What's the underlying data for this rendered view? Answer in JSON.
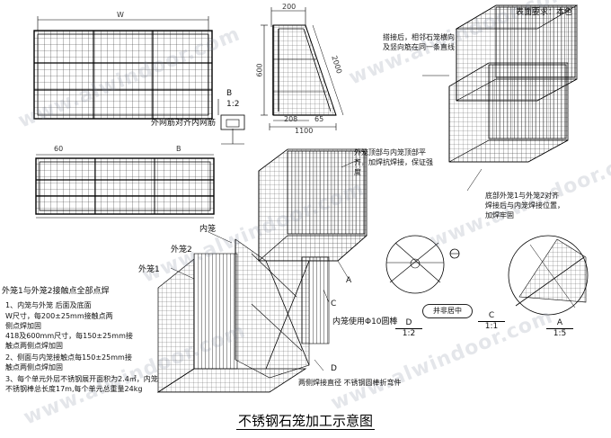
{
  "caption": "不锈钢石笼加工示意图",
  "watermark": "www.alwindoor.com",
  "surface_req": "表面要求：本色",
  "top_left": {
    "dim_w": "W",
    "dim_b_label": "B",
    "scale_b": "1:2",
    "note_outer_align": "外网筋对齐内网筋"
  },
  "left_mid": {
    "dim_60": "60",
    "dim_b": "B"
  },
  "profile_dims": {
    "d200": "200",
    "d600": "600",
    "d208": "208",
    "d2000": "2000",
    "d1100": "1100",
    "d65": "65"
  },
  "notes": {
    "lap": "搭接后，相邻石笼横向及竖向筋在同一条直线",
    "top_flush": "外笼顶部与内笼顶部平齐，加焊抗焊接，保证强度",
    "bottom_align": "底部外笼1与外笼2对齐焊接后与内笼焊接位置，加焊牢固",
    "inner_cage": "内笼",
    "outer1": "外笼1",
    "outer2": "外笼2",
    "spot_weld_title": "外笼1与外笼2接触点全部点焊",
    "inner_rod": "内笼使用Φ10圆棒",
    "rod_bend": "两侧焊接直径  不锈钢圆棒折弯件"
  },
  "spec_lines": [
    "1、内笼与外笼 后面及底面",
    "W尺寸，每200±25mm接触点两",
    "侧点焊加固",
    "418及600mm尺寸，每150±25mm接",
    "触点两侧点焊加固",
    "2、侧面与内笼接触点每150±25mm接",
    "触点两侧点焊加固",
    "3、每个单元外层不锈钢展开面积为2.4㎡，内笼",
    "不锈钢棒总长度17m,每个单元总重量24kg"
  ],
  "labels": {
    "A": "A",
    "C": "C",
    "D": "D",
    "B": "B",
    "D2": "D"
  },
  "badge": "并非居中",
  "scales": [
    {
      "letter": "D",
      "ratio": "1:2"
    },
    {
      "letter": "C",
      "ratio": "1:1"
    },
    {
      "letter": "A",
      "ratio": "1:5"
    }
  ]
}
